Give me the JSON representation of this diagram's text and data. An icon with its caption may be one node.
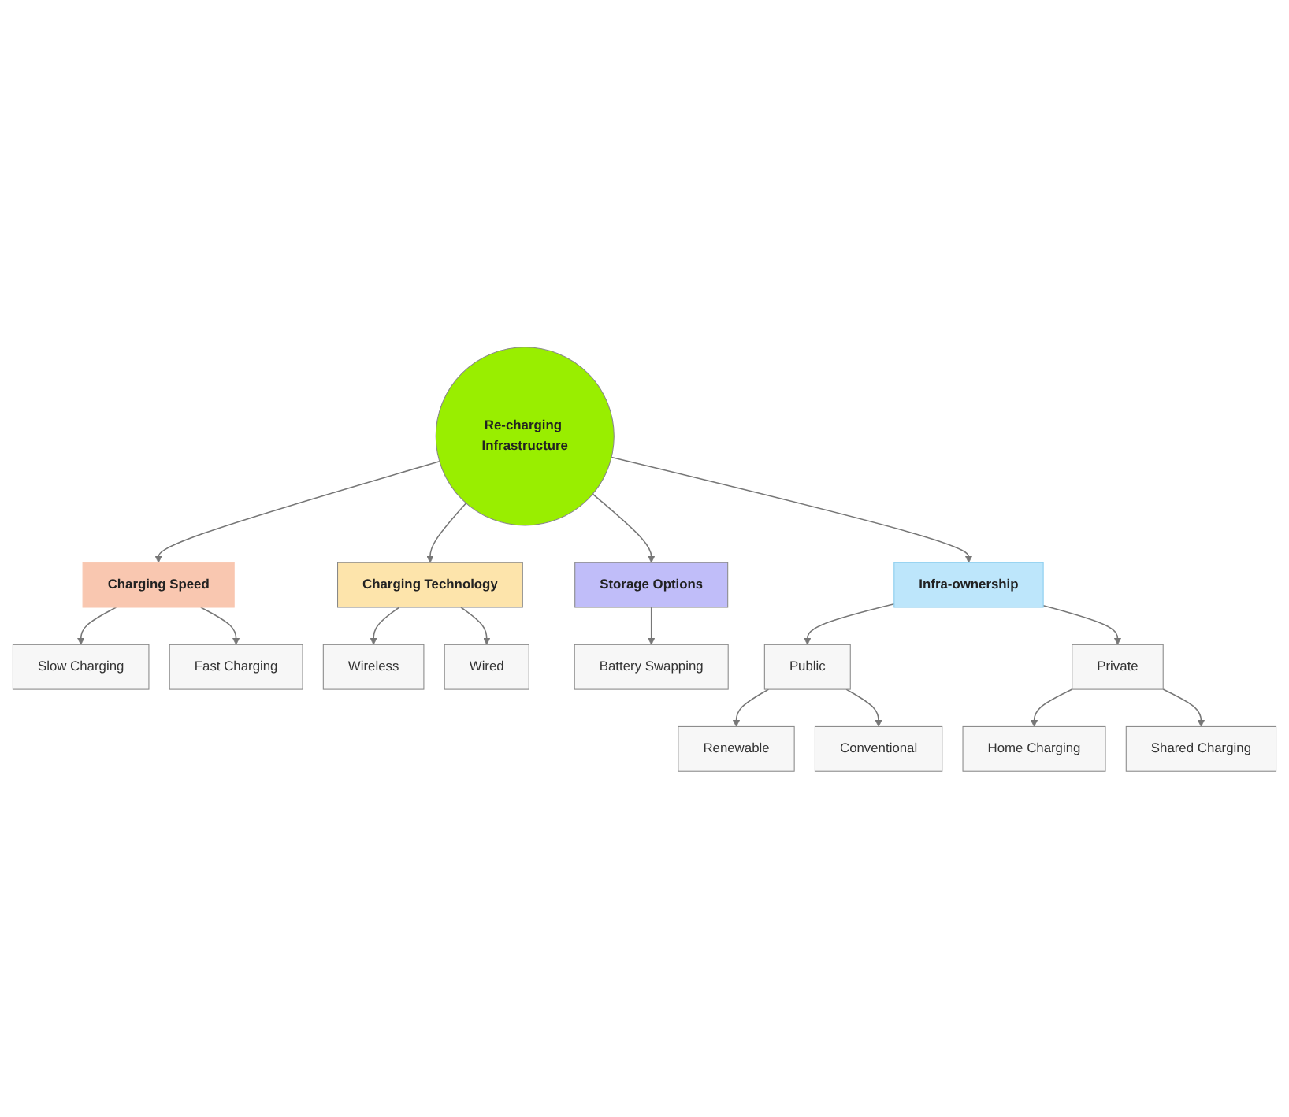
{
  "diagram": {
    "nodes": [
      {
        "text": [
          "Re-charging Infrastructure"
        ]
      },
      {
        "text": [
          "Charging Speed"
        ]
      },
      {
        "text": [
          "Slow Charging"
        ]
      },
      {
        "text": [
          "Fast Charging"
        ]
      },
      {
        "text": [
          "Charging Technology"
        ]
      },
      {
        "text": [
          "Wireless"
        ]
      },
      {
        "text": [
          "Wired"
        ]
      },
      {
        "text": [
          "Storage Options"
        ]
      },
      {
        "text": [
          "Battery Swapping"
        ]
      },
      {
        "text": [
          "Infra-ownership"
        ]
      },
      {
        "text": [
          "Public"
        ]
      },
      {
        "text": [
          "Private"
        ]
      },
      {
        "text": [
          "Renewable"
        ]
      },
      {
        "text": [
          "Conventional"
        ]
      },
      {
        "text": [
          "Home Charging"
        ]
      },
      {
        "text": [
          "Shared Charging"
        ]
      }
    ],
    "edges": [
      {
        "from": 0,
        "to": 1,
        "arrow": "to"
      },
      {
        "from": 1,
        "to": 2,
        "arrow": "to"
      },
      {
        "from": 1,
        "to": 3,
        "arrow": "to"
      },
      {
        "from": 0,
        "to": 4,
        "arrow": "to"
      },
      {
        "from": 4,
        "to": 5,
        "arrow": "to"
      },
      {
        "from": 4,
        "to": 6,
        "arrow": "to"
      },
      {
        "from": 0,
        "to": 7,
        "arrow": "to"
      },
      {
        "from": 7,
        "to": 8,
        "arrow": "to"
      },
      {
        "from": 0,
        "to": 9,
        "arrow": "to"
      },
      {
        "from": 9,
        "to": 10,
        "arrow": "to"
      },
      {
        "from": 9,
        "to": 11,
        "arrow": "to"
      },
      {
        "from": 10,
        "to": 12,
        "arrow": "to"
      },
      {
        "from": 10,
        "to": 13,
        "arrow": "to"
      },
      {
        "from": 11,
        "to": 14,
        "arrow": "to"
      },
      {
        "from": 11,
        "to": 15,
        "arrow": "to"
      }
    ]
  }
}
